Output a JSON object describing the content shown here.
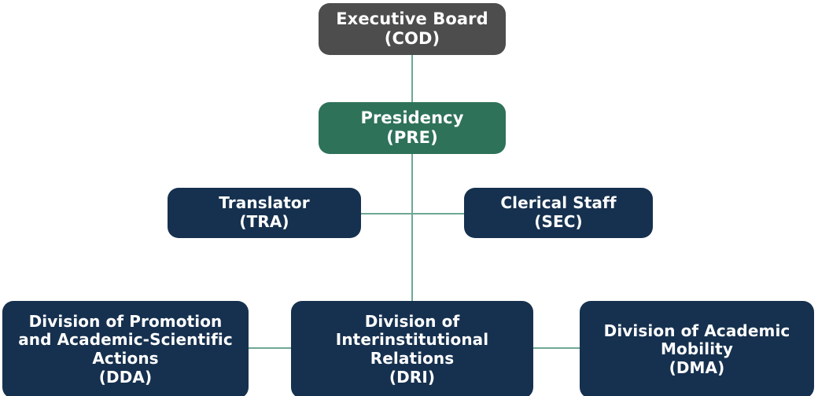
{
  "diagram": {
    "type": "organizational-chart",
    "title": "",
    "background_color": "#ffffff",
    "connector_color": "#6fa894",
    "text_color": "#ffffff",
    "nodes": [
      {
        "id": "COD",
        "name": "Executive Board",
        "acronym": "(COD)",
        "label": "Executive Board\n(COD)",
        "color": "#4d4d4d",
        "level": 0
      },
      {
        "id": "PRE",
        "name": "Presidency",
        "acronym": "(PRE)",
        "label": "Presidency\n(PRE)",
        "color": "#2e7259",
        "level": 1
      },
      {
        "id": "TRA",
        "name": "Translator",
        "acronym": "(TRA)",
        "label": "Translator\n(TRA)",
        "color": "#16314f",
        "level": 2
      },
      {
        "id": "SEC",
        "name": "Clerical Staff",
        "acronym": "(SEC)",
        "label": "Clerical Staff\n(SEC)",
        "color": "#16314f",
        "level": 2
      },
      {
        "id": "DDA",
        "name": "Division of Promotion and Academic-Scientific Actions",
        "acronym": "(DDA)",
        "label": "Division of Promotion\nand Academic-Scientific\nActions\n(DDA)",
        "color": "#16314f",
        "level": 3
      },
      {
        "id": "DRI",
        "name": "Division of Interinstitutional Relations",
        "acronym": "(DRI)",
        "label": "Division of\nInterinstitutional\nRelations\n(DRI)",
        "color": "#16314f",
        "level": 3
      },
      {
        "id": "DMA",
        "name": "Division of Academic Mobility",
        "acronym": "(DMA)",
        "label": "Division of Academic\nMobility\n(DMA)",
        "color": "#16314f",
        "level": 3
      }
    ],
    "edges": [
      {
        "from": "COD",
        "to": "PRE"
      },
      {
        "from": "PRE",
        "to": "TRA"
      },
      {
        "from": "PRE",
        "to": "SEC"
      },
      {
        "from": "PRE",
        "to": "DRI"
      },
      {
        "from": "DRI",
        "to": "DDA"
      },
      {
        "from": "DRI",
        "to": "DMA"
      }
    ]
  }
}
